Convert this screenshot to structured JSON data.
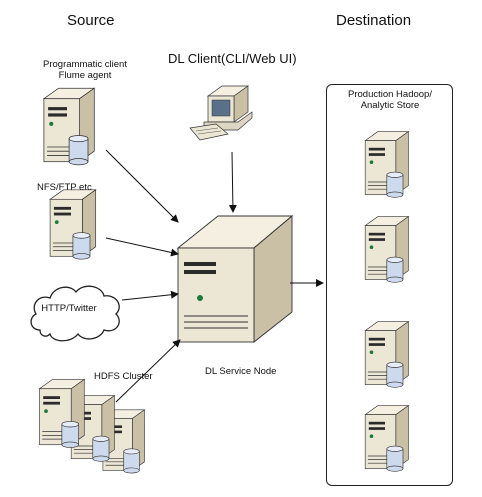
{
  "headers": {
    "source": "Source",
    "destination": "Destination"
  },
  "client": {
    "label": "DL Client(CLI/Web UI)"
  },
  "sources": [
    {
      "label_lines": [
        "Programmatic client",
        "Flume agent"
      ]
    },
    {
      "label_lines": [
        "NFS/FTP etc"
      ]
    },
    {
      "label_lines": [
        "HTTP/Twitter"
      ]
    },
    {
      "label_lines": [
        "HDFS Cluster"
      ]
    }
  ],
  "service_node": {
    "label": "DL Service Node"
  },
  "destination_store": {
    "label_lines": [
      "Production Hadoop/",
      "Analytic Store"
    ]
  },
  "icons": {
    "server": "server-tower-icon",
    "cloud": "cloud-icon",
    "workstation": "desktop-computer-icon",
    "storage": "database-cylinder-icon"
  },
  "colors": {
    "server_body": "#ece6d4",
    "server_shade": "#c9c0a6",
    "disk": "#cdd9ec",
    "line": "#111111"
  }
}
